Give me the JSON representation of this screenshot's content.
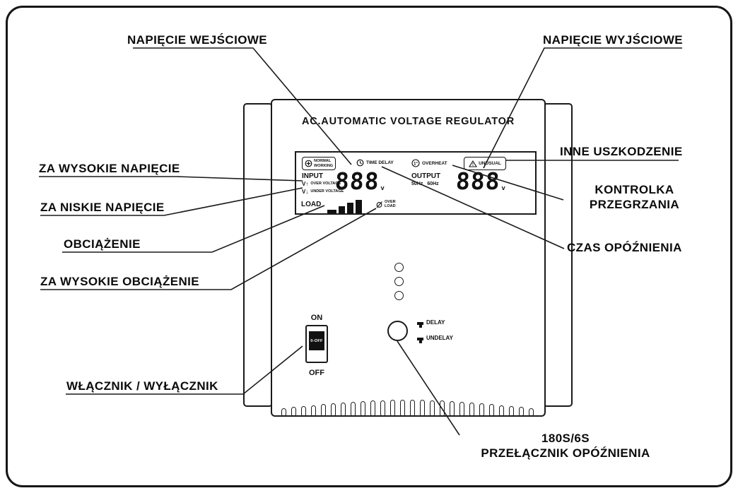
{
  "diagram": {
    "device_title": "AC.AUTOMATIC VOLTAGE REGULATOR",
    "callouts": {
      "input_voltage": "NAPIĘCIE WEJŚCIOWE",
      "output_voltage": "NAPIĘCIE WYJŚCIOWE",
      "other_fault": "INNE USZKODZENIE",
      "over_voltage": "ZA WYSOKIE NAPIĘCIE",
      "under_voltage": "ZA NISKIE NAPIĘCIE",
      "overheat_line1": "KONTROLKA",
      "overheat_line2": "PRZEGRZANIA",
      "load": "OBCIĄŻENIE",
      "delay_time": "CZAS OPÓŹNIENIA",
      "overload": "ZA WYSOKIE OBCIĄŻENIE",
      "power_switch": "WŁĄCZNIK / WYŁĄCZNIK",
      "delay_switch_line1": "180S/6S",
      "delay_switch_line2": "PRZEŁĄCZNIK OPÓŹNIENIA"
    },
    "lcd": {
      "normal_line1": "NORMAL",
      "normal_line2": "WORKING",
      "time_delay": "TIME DELAY",
      "overheat_icon": "1°",
      "overheat": "OVERHEAT",
      "unusual": "UNUSUAL",
      "input_label": "INPUT",
      "v_over": "V↑",
      "over_voltage_label": "OVER VOLTAGE",
      "v_under": "V↓",
      "under_voltage_label": "UNDER VOLTAGE",
      "input_display": "888",
      "input_unit": "v",
      "output_label": "OUTPUT",
      "freq1": "50Hz",
      "freq2": "60Hz",
      "output_display": "888",
      "output_unit": "v",
      "load_label": "LOAD",
      "overload_line1": "OVER",
      "overload_line2": "LOAD"
    },
    "panel": {
      "on_label": "ON",
      "off_label": "OFF",
      "switch_face": "0-OFF",
      "delay_label": "DELAY",
      "undelay_label": "UNDELAY"
    }
  }
}
